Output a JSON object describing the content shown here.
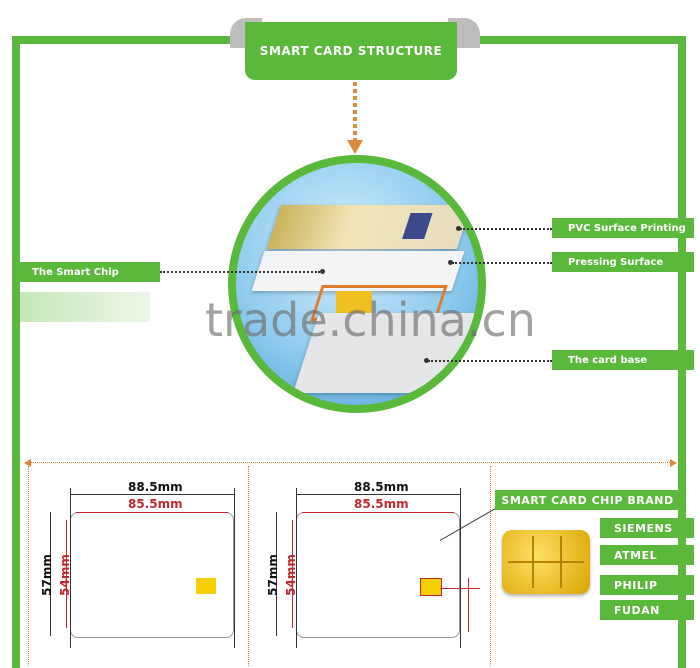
{
  "title": "SMART CARD STRUCTURE",
  "layers": {
    "pvc_surface_printing": "PVC Surface Printing",
    "pressing_surface": "Pressing Surface",
    "the_smart_chip": "The Smart Chip",
    "the_card_base": "The card base"
  },
  "watermark": "trade.china.cn",
  "dimensions": {
    "card1": {
      "outer_width": "88.5mm",
      "inner_width": "85.5mm",
      "outer_height": "57mm",
      "inner_height": "54mm"
    },
    "card2": {
      "outer_width": "88.5mm",
      "inner_width": "85.5mm",
      "outer_height": "57mm",
      "inner_height": "54mm"
    }
  },
  "chip_brands": {
    "header": "SMART CARD CHIP BRAND",
    "items": [
      "SIEMENS",
      "ATMEL",
      "PHILIP",
      "FUDAN"
    ]
  },
  "colors": {
    "accent": "#5ab83a",
    "dimension_red": "#c0282e",
    "arrow_orange": "#e08a3c"
  }
}
